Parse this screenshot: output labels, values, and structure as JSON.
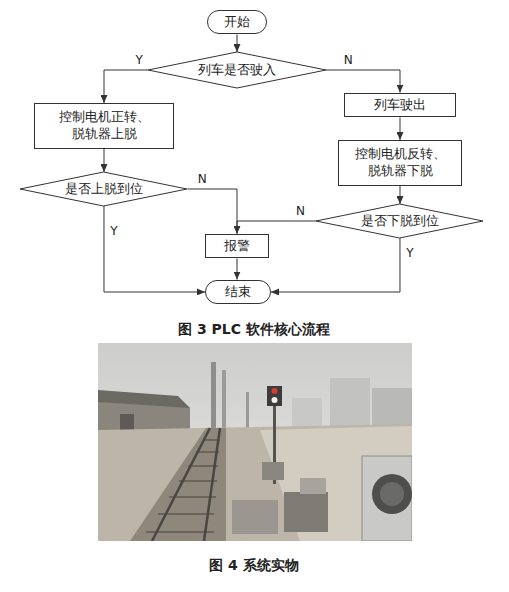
{
  "diagram": {
    "caption": "图 3 PLC 软件核心流程",
    "nodes": [
      {
        "text": [
          "开始"
        ]
      },
      {
        "text": [
          "列车是否驶入"
        ]
      },
      {
        "text": [
          "控制电机正转、 脱轨器上脱"
        ]
      },
      {
        "text": [
          "列车驶出"
        ]
      },
      {
        "text": [
          "控制电机反转、 脱轨器下脱"
        ]
      },
      {
        "text": [
          "是否上脱到位"
        ]
      },
      {
        "text": [
          "是否下脱到位"
        ]
      },
      {
        "text": [
          "报警"
        ]
      },
      {
        "text": [
          "结束"
        ]
      }
    ],
    "edges": [
      {
        "from": 0,
        "to": 1,
        "arrow": "to"
      },
      {
        "from": 1,
        "to": 2,
        "label": "Y",
        "arrow": "to"
      },
      {
        "from": 1,
        "to": 3,
        "label": "N",
        "arrow": "to"
      },
      {
        "from": 3,
        "to": 4,
        "arrow": "to"
      },
      {
        "from": 2,
        "to": 5,
        "arrow": "to"
      },
      {
        "from": 4,
        "to": 6,
        "arrow": "to"
      },
      {
        "from": 5,
        "to": 7,
        "label": "N",
        "arrow": "to"
      },
      {
        "from": 6,
        "to": 7,
        "label": "N",
        "arrow": "to"
      },
      {
        "from": 5,
        "to": 8,
        "label": "Y",
        "arrow": "to"
      },
      {
        "from": 6,
        "to": 8,
        "label": "Y",
        "arrow": "to"
      },
      {
        "from": 7,
        "to": 8,
        "arrow": "to"
      }
    ],
    "labels": [
      "图 4 系统实物"
    ]
  }
}
